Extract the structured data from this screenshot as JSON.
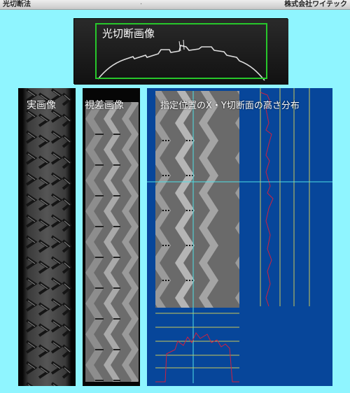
{
  "window": {
    "title_left": "光切断法",
    "title_dot": "·",
    "title_right": "株式会社ワイテック"
  },
  "top_section": {
    "label": "光切断画像",
    "box_color": "#27c72b"
  },
  "panels": {
    "real_image_label": "実画像",
    "parallax_image_label": "視差画像",
    "distribution_label": "指定位置のX・Y切断面の高さ分布"
  },
  "colors": {
    "background": "#8ff5ff",
    "blue_panel": "#07469a",
    "profile_line": "#d02040",
    "guide_line": "#c8c85a",
    "crosshair": "#4fe0e6"
  },
  "icons": {
    "tire": "tire-tread-image"
  }
}
